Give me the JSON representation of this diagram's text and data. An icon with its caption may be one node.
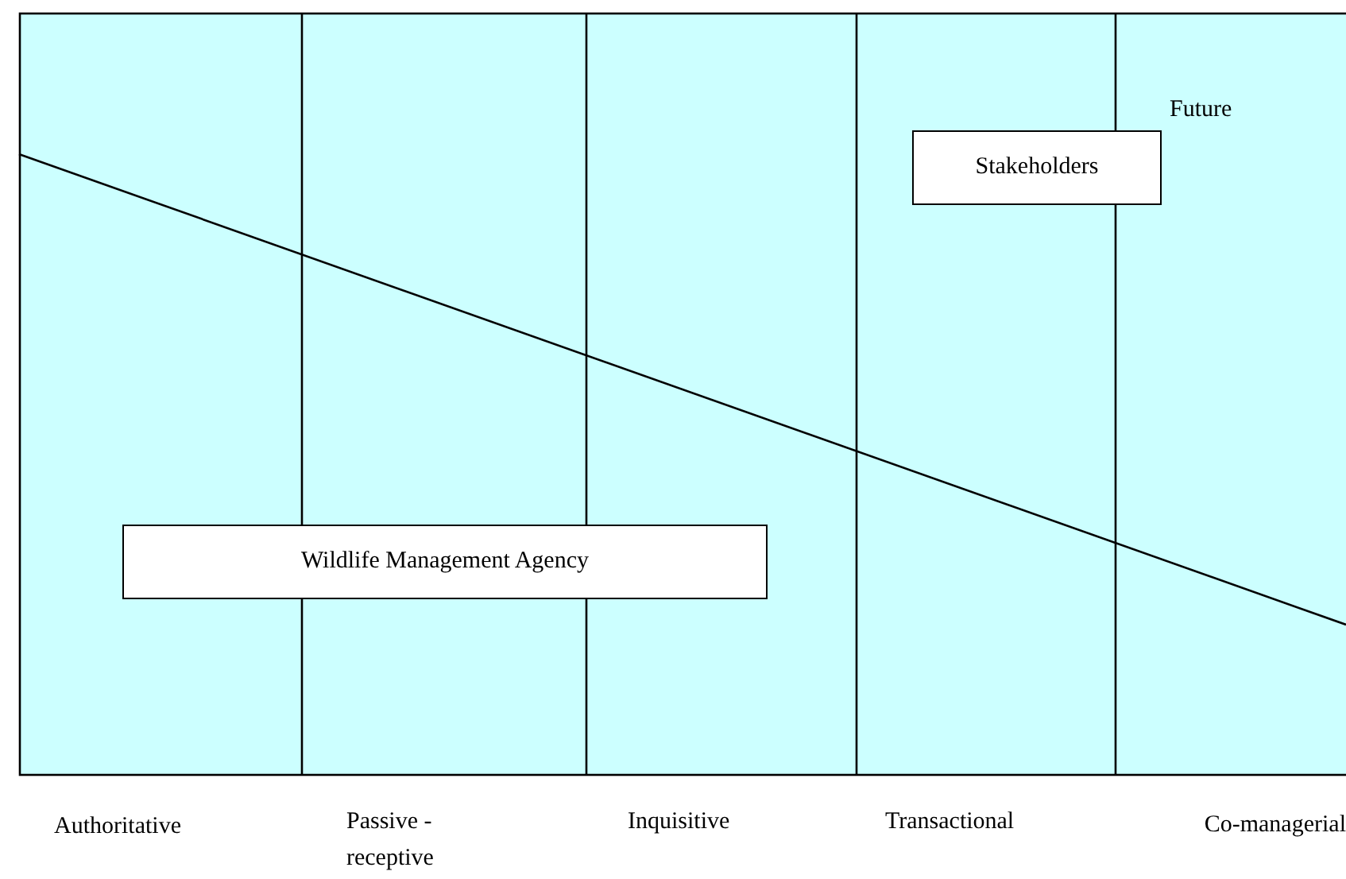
{
  "diagram": {
    "nodes": [
      {
        "text": [
          "Stakeholders"
        ]
      },
      {
        "text": [
          "Wildlife Management Agency"
        ]
      }
    ],
    "labels": [
      "Future",
      "Authoritative",
      "Passive - receptive",
      "Inquisitive",
      "Transactional",
      "Co-managerial"
    ]
  }
}
